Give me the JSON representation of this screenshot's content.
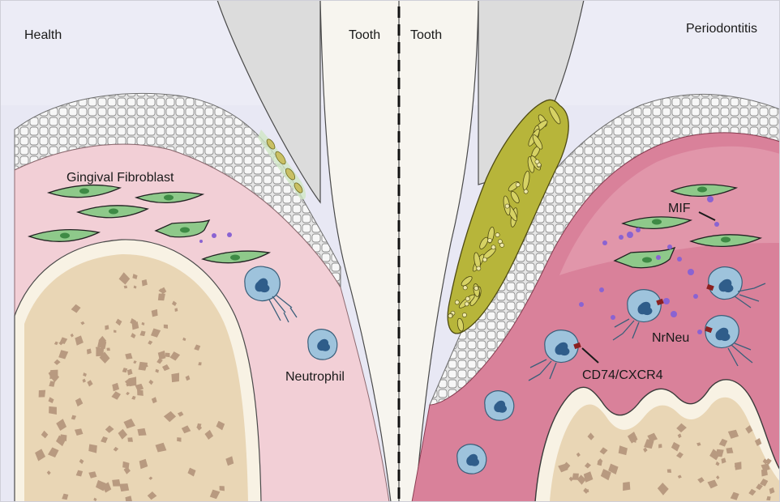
{
  "labels": {
    "health": "Health",
    "periodontitis": "Periodontitis",
    "tooth_left": "Tooth",
    "tooth_right": "Tooth",
    "gingival_fibroblast": "Gingival Fibroblast",
    "neutrophil": "Neutrophil",
    "mif": "MIF",
    "nrneu": "NrNeu",
    "cd74_cxcr4": "CD74/CXCR4"
  },
  "colors": {
    "background": "#e8e8f4",
    "gingiva_health": "#f2cfd6",
    "gingiva_inflamed": "#d9819a",
    "bone": "#e9d6b5",
    "bone_spots": "#b89a80",
    "tooth": "#f7f5ef",
    "fibroblast": "#8ec98a",
    "neutrophil": "#9ec3dc",
    "bacteria": "#b7b53a",
    "mif_dot": "#8a63d2",
    "receptor": "#8b2020"
  }
}
